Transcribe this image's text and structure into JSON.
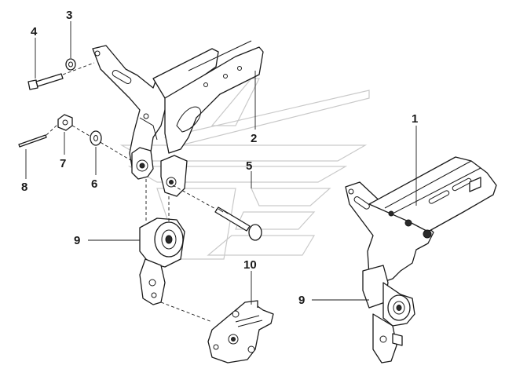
{
  "callouts": [
    {
      "id": "c1",
      "text": "1"
    },
    {
      "id": "c2",
      "text": "2"
    },
    {
      "id": "c3",
      "text": "3"
    },
    {
      "id": "c4",
      "text": "4"
    },
    {
      "id": "c5",
      "text": "5"
    },
    {
      "id": "c6",
      "text": "6"
    },
    {
      "id": "c7",
      "text": "7"
    },
    {
      "id": "c8",
      "text": "8"
    },
    {
      "id": "c9a",
      "text": "9"
    },
    {
      "id": "c9b",
      "text": "9"
    },
    {
      "id": "c10",
      "text": "10"
    }
  ],
  "colors": {
    "line": "#1a1a1a",
    "watermark": "#c9c9c9",
    "background": "#ffffff"
  }
}
